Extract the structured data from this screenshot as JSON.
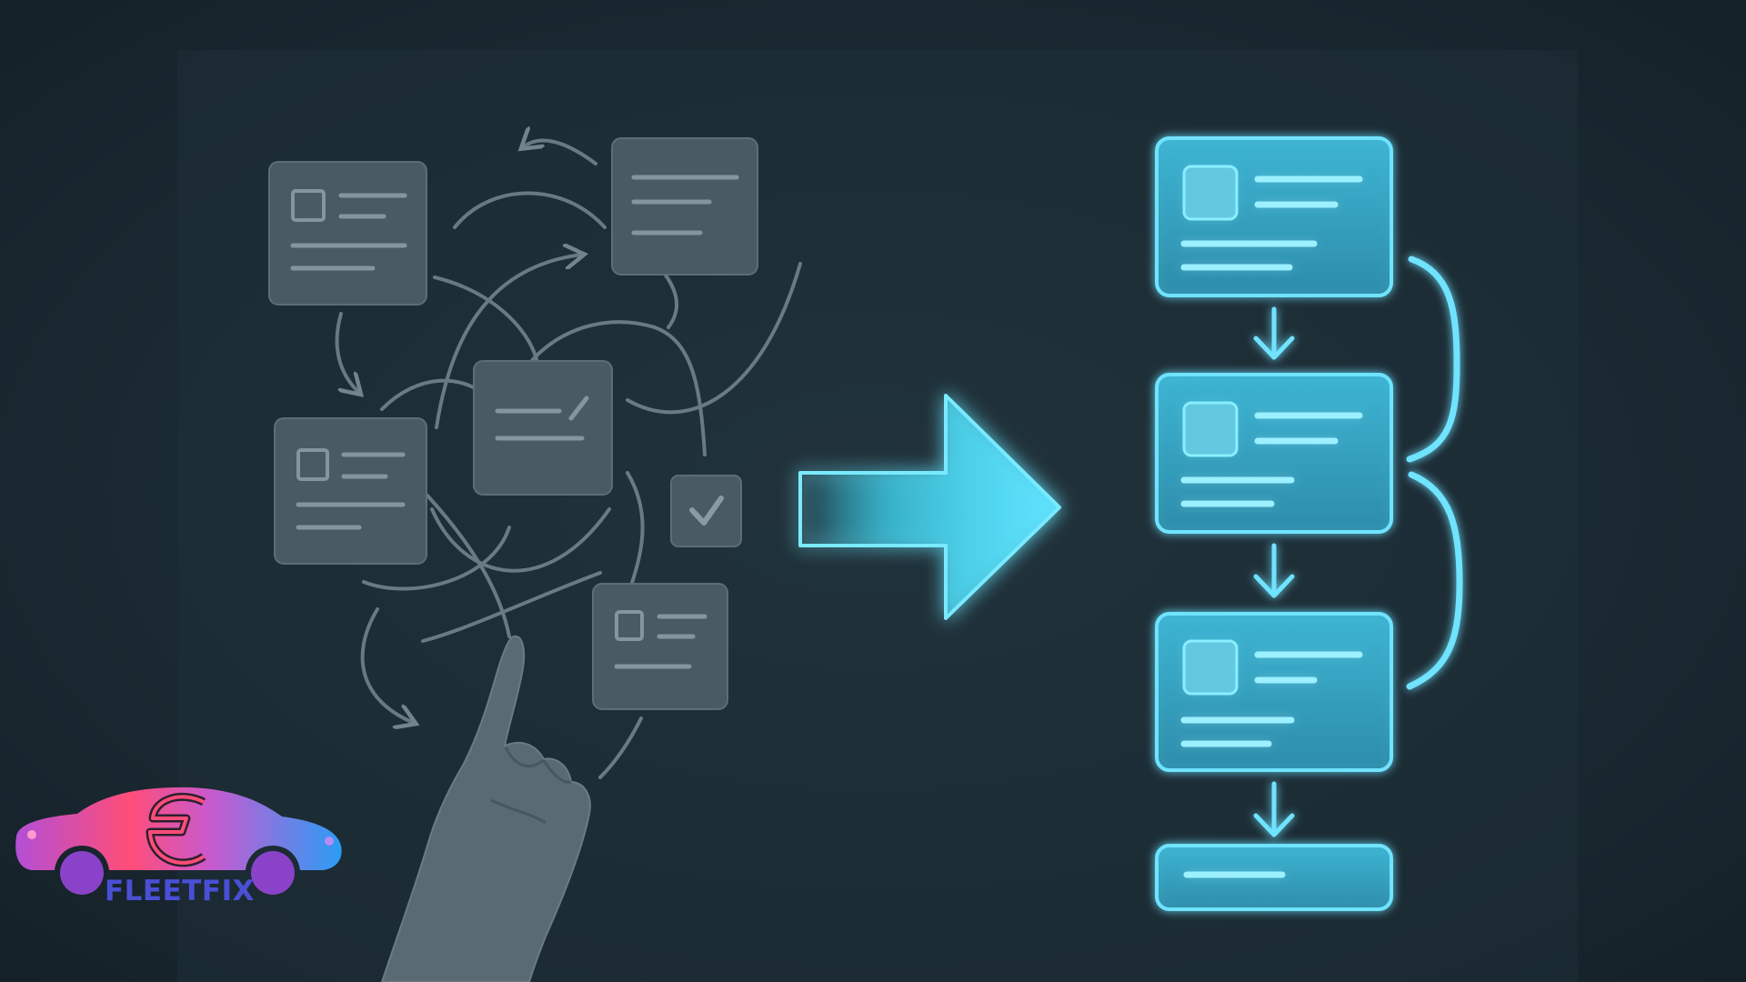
{
  "brand": {
    "name": "FLEETFIX",
    "logo_icon": "car-wrench-logo"
  },
  "colors": {
    "background": "#17262f",
    "chaos_card": "#4a5a63",
    "chaos_line": "#7a8a93",
    "glow": "#38d6f5",
    "glow_card": "#2f9fbd",
    "logo_gradient_start": "#ff3f6c",
    "logo_gradient_end": "#2a9df4",
    "logo_text": "#4a4fd6"
  },
  "scene": {
    "left_side": "scattered-task-cards",
    "center": "transform-arrow-icon",
    "right_side": "ordered-flowchart",
    "flow_steps": 4
  }
}
